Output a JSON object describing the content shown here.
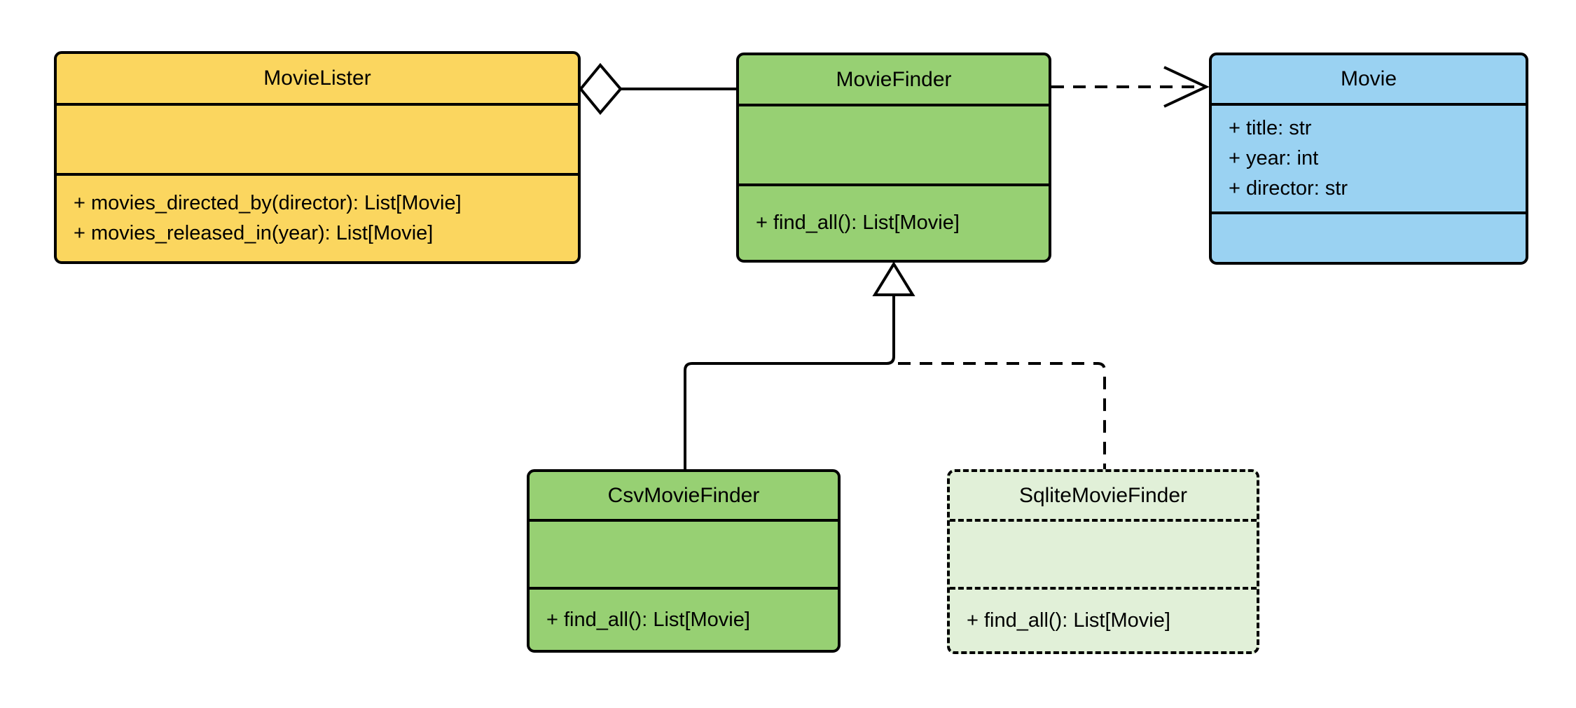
{
  "diagram": {
    "kind": "uml-class-diagram",
    "background": "#FFFFFF",
    "stroke_color": "#000000"
  },
  "colors": {
    "yellow": "#FBD65F",
    "green": "#97D073",
    "blue": "#9AD2F2",
    "pale_green": "#E1F0D8",
    "stroke": "#000000",
    "connector_fill": "#FFFFFF"
  },
  "classes": {
    "movie_lister": {
      "name": "MovieLister",
      "fill": "#FBD65F",
      "attributes": [],
      "methods": [
        "+ movies_directed_by(director): List[Movie]",
        "+ movies_released_in(year): List[Movie]"
      ]
    },
    "movie_finder": {
      "name": "MovieFinder",
      "fill": "#97D073",
      "attributes": [],
      "methods": [
        "+ find_all(): List[Movie]"
      ]
    },
    "movie": {
      "name": "Movie",
      "fill": "#9AD2F2",
      "attributes": [
        "+ title: str",
        "+ year: int",
        "+ director: str"
      ],
      "methods": []
    },
    "csv_movie_finder": {
      "name": "CsvMovieFinder",
      "fill": "#97D073",
      "attributes": [],
      "methods": [
        "+ find_all(): List[Movie]"
      ]
    },
    "sqlite_movie_finder": {
      "name": "SqliteMovieFinder",
      "fill": "#E1F0D8",
      "attributes": [],
      "methods": [
        "+ find_all(): List[Movie]"
      ]
    }
  },
  "relationships": [
    {
      "from": "MovieLister",
      "to": "MovieFinder",
      "type": "aggregation",
      "line": "solid",
      "marker": "hollow-diamond-at-MovieLister"
    },
    {
      "from": "MovieFinder",
      "to": "Movie",
      "type": "dependency",
      "line": "dashed",
      "marker": "open-arrow-at-Movie"
    },
    {
      "from": "CsvMovieFinder",
      "to": "MovieFinder",
      "type": "generalization",
      "line": "solid",
      "marker": "hollow-triangle-at-MovieFinder"
    },
    {
      "from": "SqliteMovieFinder",
      "to": "MovieFinder",
      "type": "realization",
      "line": "dashed",
      "marker": "hollow-triangle-at-MovieFinder"
    }
  ]
}
